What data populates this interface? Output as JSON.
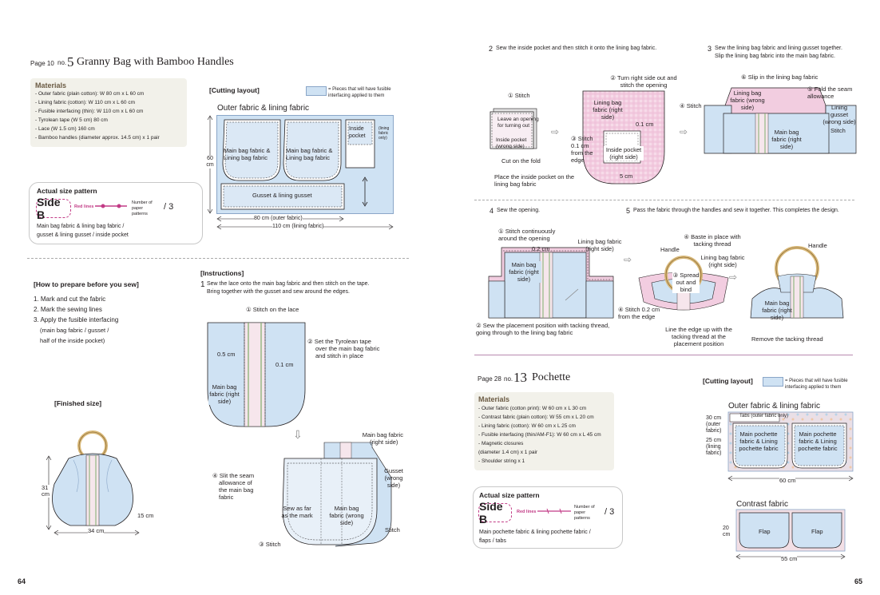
{
  "left": {
    "header": {
      "page_ref": "Page 10",
      "no_prefix": "no.",
      "no_num": "5",
      "title": "Granny Bag with Bamboo Handles"
    },
    "materials": {
      "heading": "Materials",
      "items": [
        "- Outer fabric (plain cotton): W 80 cm x L 60 cm",
        "- Lining fabric (cotton): W 110 cm x L 60 cm",
        "- Fusible interfacing (thin): W 110 cm x L 60 cm",
        "- Tyrolean tape (W 5 cm) 80 cm",
        "- Lace (W 1.5 cm) 160 cm",
        "- Bamboo handles (diameter approx. 14.5 cm) x 1 pair"
      ]
    },
    "actual_size": {
      "heading": "Actual size pattern",
      "side": "Side B",
      "red_lines": "Red lines",
      "num_label": "Number of paper patterns",
      "num": "/ 3",
      "desc1": "Main bag fabric & lining bag fabric /",
      "desc2": "gusset & lining gusset / inside pocket"
    },
    "cutting": {
      "heading": "[Cutting layout]",
      "legend": "= Pieces that will have fusible interfacing applied to them",
      "fabric_title": "Outer fabric & lining fabric",
      "piece1": "Main bag fabric & Lining bag fabric",
      "piece2": "Main bag fabric & Lining bag fabric",
      "pocket": "Inside pocket",
      "lining_only": "(lining fabric only)",
      "gusset": "Gusset & lining gusset",
      "height": "60 cm",
      "w1": "80 cm (outer fabric)",
      "w2": "110 cm (lining fabric)"
    },
    "prepare": {
      "heading": "[How to prepare before you sew]",
      "steps": [
        "1. Mark and cut the fabric",
        "2. Mark the sewing lines",
        "3. Apply the fusible interfacing"
      ],
      "sub1": "(main bag fabric / gusset /",
      "sub2": "half of the inside pocket)"
    },
    "finished": {
      "heading": "[Finished size]",
      "height": "31 cm",
      "width": "34 cm",
      "gusset": "15 cm"
    },
    "instructions": {
      "heading": "[Instructions]",
      "step1_num": "1",
      "step1a": "Sew the lace onto the main bag fabric and then stitch on the tape.",
      "step1b": "Bring together with the gusset and sew around the edges.",
      "c1": "① Stitch on the lace",
      "c2a": "② Set the Tyrolean tape",
      "c2b": "over the main bag fabric",
      "c2c": "and stitch in place",
      "d05": "0.5 cm",
      "d01": "0.1 cm",
      "mb_rs": "Main bag fabric (right side)",
      "mb_rs2a": "Main bag fabric",
      "mb_rs2b": "(right side)",
      "gusset_ws": "Gusset (wrong side)",
      "c4a": "④ Slit the seam",
      "c4b": "allowance of",
      "c4c": "the main bag",
      "c4d": "fabric",
      "sew_far": "Sew as far as the mark",
      "mb_ws": "Main bag fabric (wrong side)",
      "stitch": "Stitch",
      "c3": "③ Stitch"
    },
    "page_num": "64"
  },
  "right": {
    "s2": {
      "num": "2",
      "text": "Sew the inside pocket and then stitch it onto the lining bag fabric.",
      "c1": "① Stitch",
      "leave": "Leave an opening for turning out",
      "pocket_ws": "Inside pocket (wrong side)",
      "cut_fold": "Cut on the fold",
      "c2": "② Turn right side out and stitch the opening",
      "lining_rs": "Lining bag fabric (right side)",
      "d01": "0.1 cm",
      "c3": "③ Stitch 0.1 cm from the edge",
      "pocket_rs": "Inside pocket (right side)",
      "d5": "5 cm",
      "place": "Place the inside pocket on the lining bag fabric"
    },
    "s3": {
      "num": "3",
      "text1": "Sew the lining bag fabric and lining gusset together.",
      "text2": "Slip the lining bag fabric into the main bag fabric.",
      "c6": "⑥ Slip in the lining bag fabric",
      "c5": "⑤ Fold the seam allowance",
      "c4": "④ Stitch",
      "lining_ws": "Lining bag fabric (wrong side)",
      "lining_gusset": "Lining gusset (wrong side)",
      "main_rs": "Main bag fabric (right side)",
      "stitch": "Stitch"
    },
    "s4": {
      "num": "4",
      "text": "Sew the opening.",
      "c1": "① Stitch continuously around the opening",
      "d02": "0.2 cm",
      "lining_rs": "Lining bag fabric (right side)",
      "main_rs": "Main bag fabric (right side)",
      "c2": "② Sew the placement position with tacking thread, going through to the lining bag fabric"
    },
    "s5": {
      "num": "5",
      "text": "Pass the fabric through the handles and sew it together. This completes the design.",
      "handle": "Handle",
      "c4": "④ Baste in place with tacking thread",
      "lining_rs": "Lining bag fabric (right side)",
      "c3": "③ Spread out and bind",
      "c4b": "④ Stitch 0.2 cm from the edge",
      "line_up": "Line the edge up with the tacking thread at the placement position",
      "main_rs": "Main bag fabric (right side)",
      "remove": "Remove the tacking thread"
    },
    "pochette": {
      "page_ref": "Page 28",
      "no_prefix": "no.",
      "no_num": "13",
      "title": "Pochette",
      "materials": {
        "heading": "Materials",
        "items": [
          "- Outer fabric (cotton print): W 60 cm x L 30 cm",
          "- Contrast fabric (plain cotton): W 55 cm x L 20 cm",
          "- Lining fabric (cotton): W 60 cm x L 25 cm",
          "- Fusible interfacing (thin/AM-F1): W 60 cm x L 45 cm",
          "- Magnetic closures",
          "(diameter 1.4 cm) x 1 pair",
          "- Shoulder string x 1"
        ]
      },
      "actual_size": {
        "heading": "Actual size pattern",
        "side": "Side B",
        "red_lines": "Red lines",
        "num_label": "Number of paper patterns",
        "num": "/ 3",
        "desc1": "Main pochette fabric & lining pochette fabric /",
        "desc2": "flaps / tabs"
      },
      "cutting": {
        "heading": "[Cutting layout]",
        "legend": "= Pieces that will have fusible interfacing applied to them",
        "outer_title": "Outer fabric & lining fabric",
        "tabs": "Tabs (outer fabric only)",
        "piece": "Main pochette fabric & Lining pochette fabric",
        "h30": "30 cm (outer fabric)",
        "h25": "25 cm (lining fabric)",
        "w60": "60 cm",
        "contrast_title": "Contrast fabric",
        "flap": "Flap",
        "h20": "20 cm",
        "w55": "55 cm"
      }
    },
    "page_num": "65"
  },
  "colors": {
    "fabric_blue": "#cfe2f3",
    "lining_pink": "#f2cde0",
    "accent_magenta": "#c23b86",
    "materials_bg": "#f2f1ea"
  }
}
